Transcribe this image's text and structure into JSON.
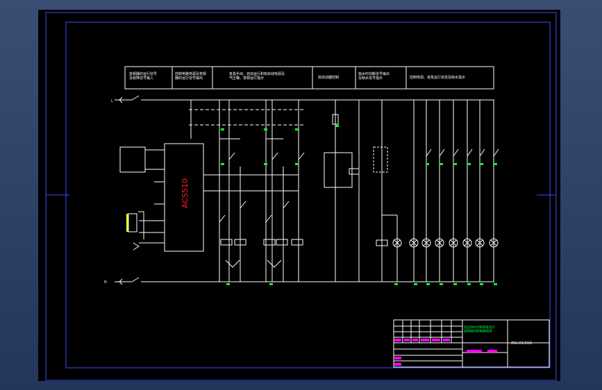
{
  "header_cells": [
    "变频器的运行信号\n及故障信号输入",
    "控制电路电源及变频\n器的运行信号输出",
    "各泵手动、自动运行和软启动电源及\n气压罐、变频运行指示",
    "软启动器控制",
    "缺水时切断信号输出\n及缺水信号指示",
    "控制电源、各泵运行状态及缺水指示"
  ],
  "plc_label": "ACS510",
  "phase_labels": {
    "top": "L",
    "bottom": "N"
  },
  "title_block": {
    "title": "恒压供水控制系统设计\n变频器控制电路图纸",
    "drawing_no": "ZGL-01/01D"
  },
  "colors": {
    "bg": "#000000",
    "wire": "#ffffff",
    "frame": "#3f48ff",
    "tag": "#00ff40",
    "dim": "#ffff40",
    "magenta": "#ff00ff",
    "plc_text": "#ff2020"
  }
}
